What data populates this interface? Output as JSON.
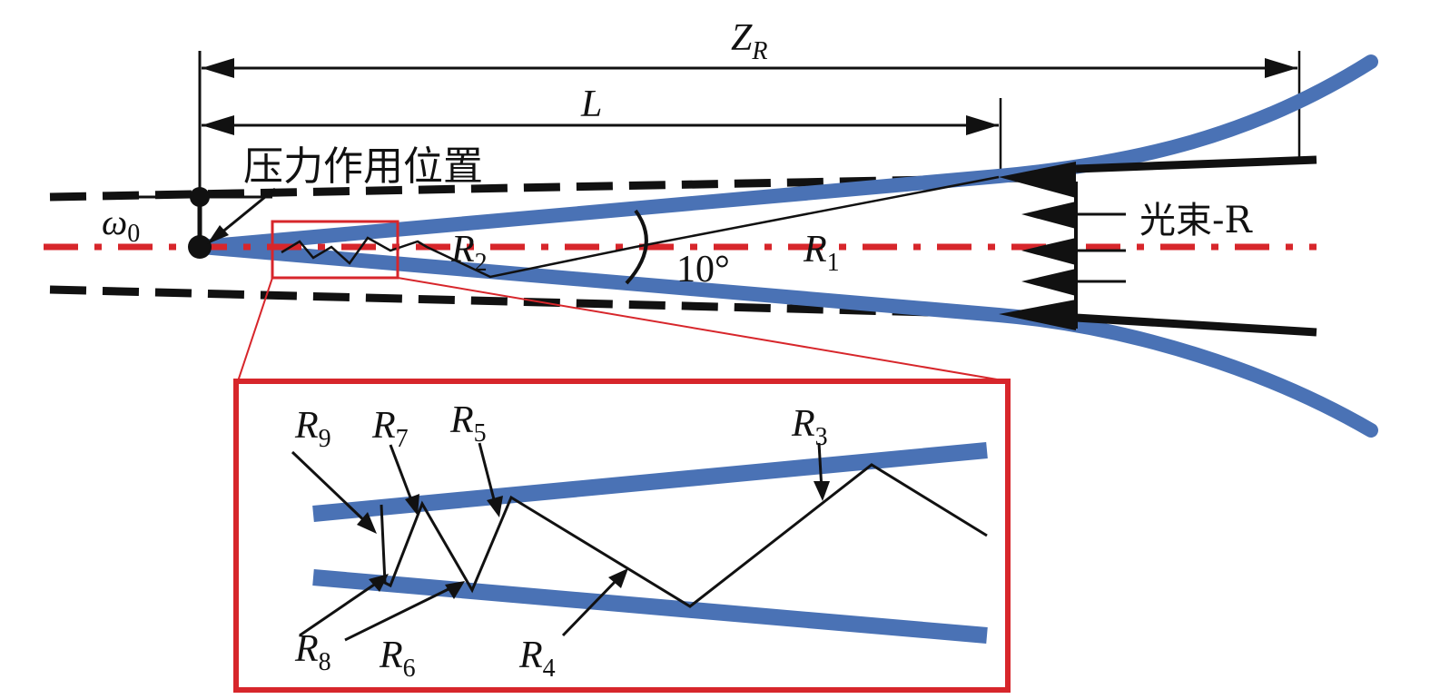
{
  "colors": {
    "beam": "#4a72b5",
    "axis": "#d7262b",
    "inset_border": "#d7262b",
    "line": "#111111"
  },
  "labels": {
    "zr": {
      "main": "Z",
      "sub": "R"
    },
    "l": "L",
    "pressure_position": "压力作用位置",
    "omega0": {
      "main": "ω",
      "sub": "0"
    },
    "angle": "10°",
    "beam_r": "光束-R",
    "r1": {
      "main": "R",
      "sub": "1"
    },
    "r2": {
      "main": "R",
      "sub": "2"
    },
    "r3": {
      "main": "R",
      "sub": "3"
    },
    "r4": {
      "main": "R",
      "sub": "4"
    },
    "r5": {
      "main": "R",
      "sub": "5"
    },
    "r6": {
      "main": "R",
      "sub": "6"
    },
    "r7": {
      "main": "R",
      "sub": "7"
    },
    "r8": {
      "main": "R",
      "sub": "8"
    },
    "r9": {
      "main": "R",
      "sub": "9"
    }
  }
}
